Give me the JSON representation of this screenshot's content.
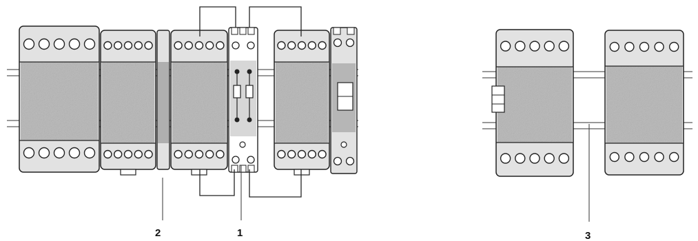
{
  "callouts": {
    "label_1": "1",
    "label_2": "2",
    "label_3": "3"
  },
  "groups": {
    "left_assembly": {
      "modules": [
        {
          "kind": "large-contactor",
          "terminals_top": 5,
          "terminals_bottom": 5
        },
        {
          "kind": "contactor",
          "terminals_top": 5,
          "terminals_bottom": 5
        },
        {
          "kind": "spacer"
        },
        {
          "kind": "contactor",
          "terminals_top": 5,
          "terminals_bottom": 5
        },
        {
          "kind": "interlock-module"
        },
        {
          "kind": "contactor",
          "terminals_top": 5,
          "terminals_bottom": 5
        },
        {
          "kind": "auxiliary-block"
        }
      ]
    },
    "right_assembly": {
      "modules": [
        {
          "kind": "contactor-with-aux",
          "terminals_top": 5,
          "terminals_bottom": 5
        },
        {
          "kind": "contactor",
          "terminals_top": 5,
          "terminals_bottom": 5
        }
      ]
    }
  },
  "colors": {
    "line": "#222222",
    "body_fill": "#e2e2e2",
    "body_shade": "#9a9a9a",
    "band_fill": "#d0d0d0",
    "background": "#ffffff"
  }
}
